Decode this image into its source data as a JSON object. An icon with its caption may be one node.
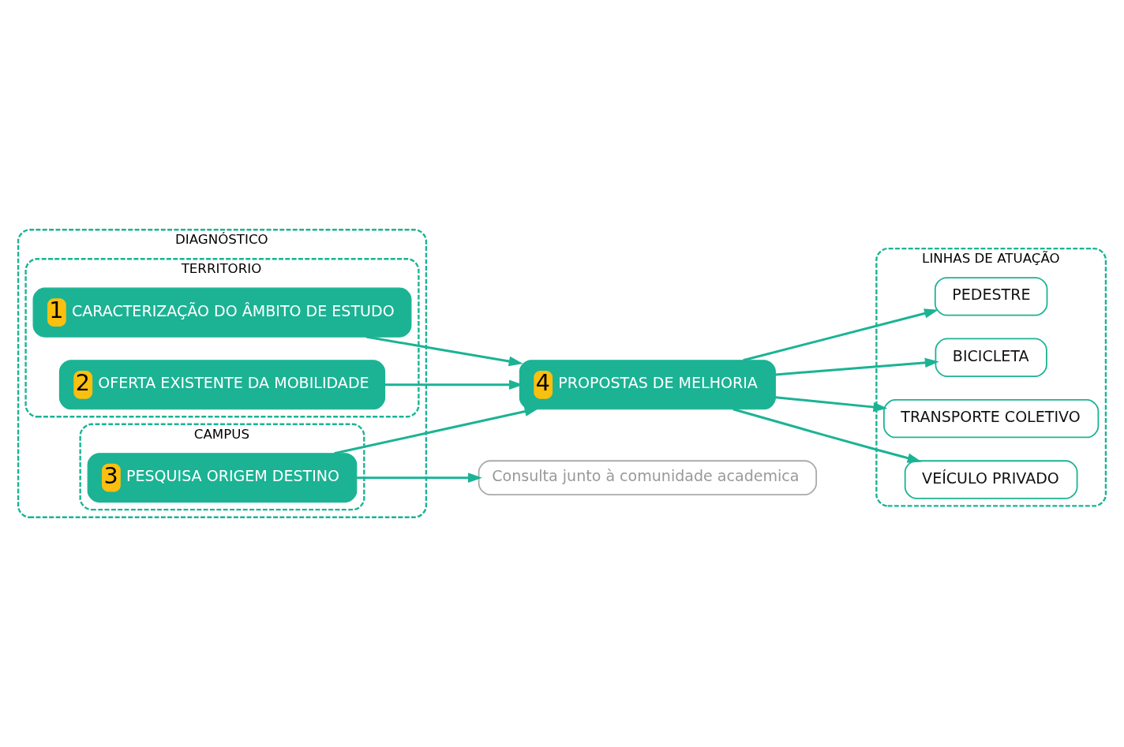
{
  "diagram": {
    "nodes": [
      {
        "text": [
          "DIAGNÓSTICO"
        ]
      },
      {
        "text": [
          "TERRITORIO"
        ],
        "in": 0
      },
      {
        "text": [
          "1",
          "CARACTERIZAÇÃO DO ÂMBITO DE ESTUDO"
        ],
        "in": 1
      },
      {
        "text": [
          "2",
          "OFERTA EXISTENTE DA MOBILIDADE"
        ],
        "in": 1
      },
      {
        "text": [
          "CAMPUS"
        ],
        "in": 0
      },
      {
        "text": [
          "3",
          "PESQUISA ORIGEM DESTINO"
        ],
        "in": 4
      },
      {
        "text": [
          "4",
          "PROPOSTAS DE MELHORIA"
        ]
      },
      {
        "text": [
          "LINHAS DE ATUAÇÃO"
        ]
      },
      {
        "text": [
          "PEDESTRE"
        ],
        "in": 7
      },
      {
        "text": [
          "BICICLETA"
        ],
        "in": 7
      },
      {
        "text": [
          "TRANSPORTE COLETIVO"
        ],
        "in": 7
      },
      {
        "text": [
          "VEÍCULO PRIVADO"
        ],
        "in": 7
      },
      {
        "text": [
          "Consulta junto à comunidade academica"
        ]
      }
    ],
    "edges": [
      {
        "from": 2,
        "to": 6,
        "arrow": "to"
      },
      {
        "from": 3,
        "to": 6,
        "arrow": "to"
      },
      {
        "from": 5,
        "to": 6,
        "arrow": "to"
      },
      {
        "from": 6,
        "to": 8,
        "arrow": "to"
      },
      {
        "from": 6,
        "to": 9,
        "arrow": "to"
      },
      {
        "from": 6,
        "to": 10,
        "arrow": "to"
      },
      {
        "from": 6,
        "to": 11,
        "arrow": "to"
      },
      {
        "from": 5,
        "to": 12,
        "arrow": "to"
      }
    ]
  }
}
